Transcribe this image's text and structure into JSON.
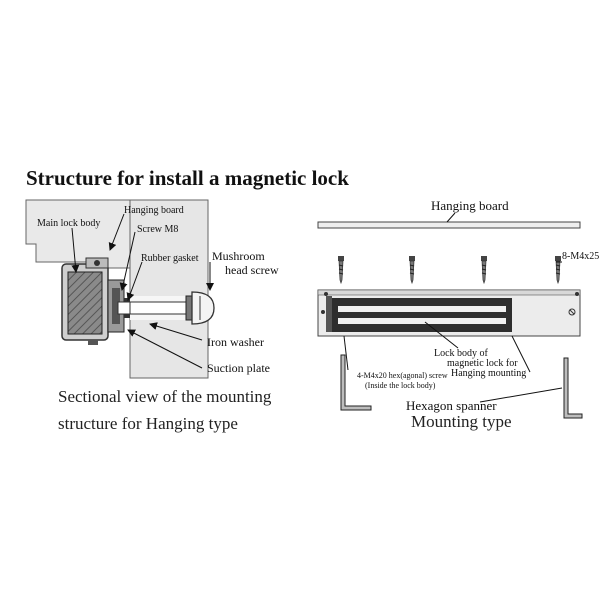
{
  "title": "Structure for install a magnetic lock",
  "left_diagram": {
    "labels": {
      "main_lock_body": "Main lock body",
      "hanging_board": "Hanging board",
      "screw_m8": "Screw M8",
      "rubber_gasket": "Rubber gasket",
      "mushroom_line1": "Mushroom",
      "mushroom_line2": "head screw",
      "iron_washer": "Iron washer",
      "suction_plate": "Suction plate"
    },
    "caption_line1": "Sectional view of the mounting",
    "caption_line2": "structure for Hanging type"
  },
  "right_diagram": {
    "labels": {
      "hanging_board": "Hanging board",
      "screws_8": "8-M4x25",
      "lock_body_line1": "Lock body of",
      "lock_body_line2": "magnetic lock for",
      "lock_body_line3": "Hanging mounting",
      "hex_screw_line1": "4-M4x20 hex(agonal) screw",
      "hex_screw_line2": "(Inside the lock body)",
      "hex_spanner": "Hexagon spanner"
    },
    "caption": "Mounting type"
  }
}
